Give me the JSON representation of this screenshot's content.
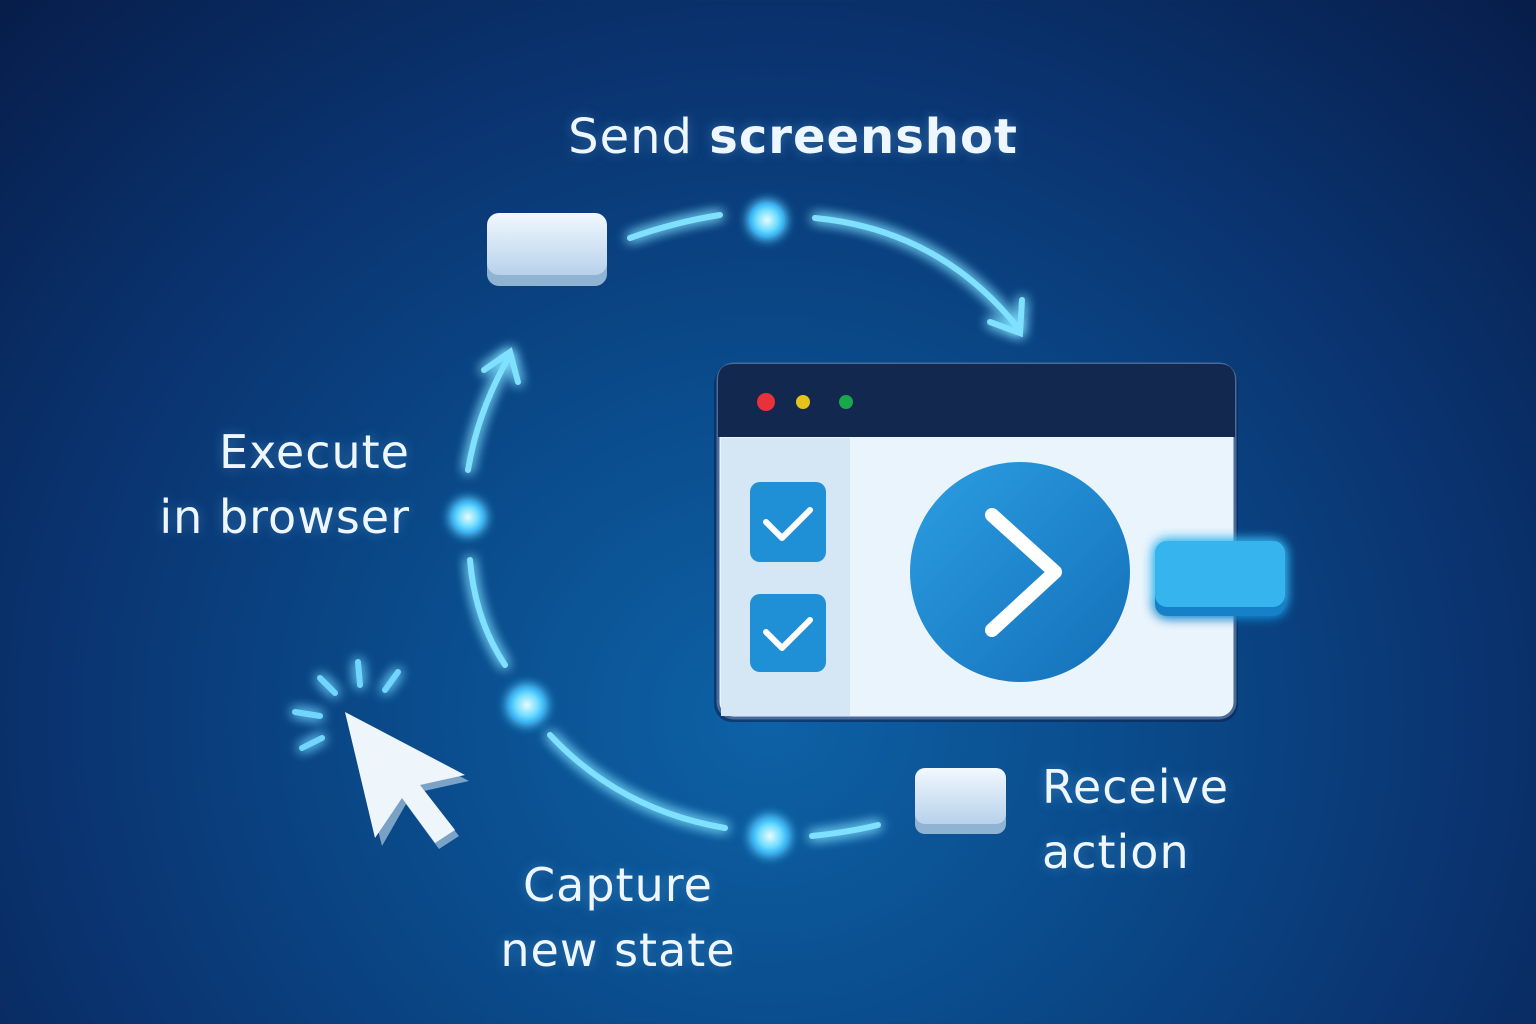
{
  "labels": {
    "send_prefix": "Send",
    "send_bold": "screenshot",
    "execute_line1": "Execute",
    "execute_line2": "in browser",
    "capture_line1": "Capture",
    "capture_line2": "new state",
    "receive_line1": "Receive",
    "receive_line2": "action"
  },
  "colors": {
    "glow": "#5fd4ff",
    "window_titlebar": "#13284f",
    "action_button": "#1f8fd6",
    "traffic_red": "#e8313a",
    "traffic_yellow": "#e6c21d",
    "traffic_green": "#1aa64a"
  },
  "icons": [
    "cursor-icon",
    "checkbox-checked-icon",
    "chevron-right-icon",
    "key-icon"
  ]
}
